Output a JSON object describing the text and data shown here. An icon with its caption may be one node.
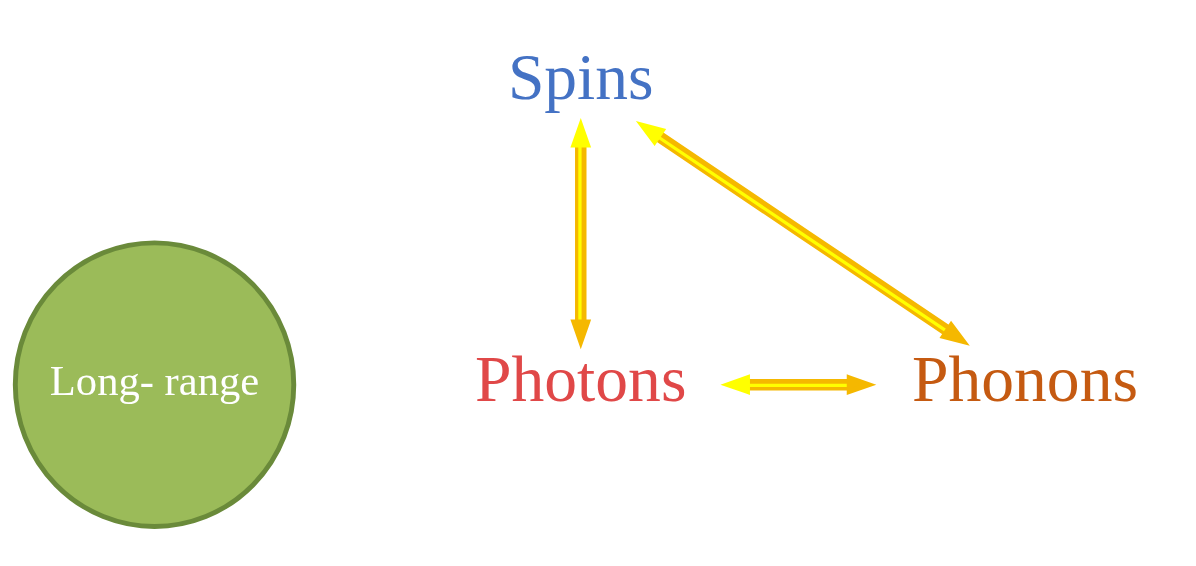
{
  "diagram": {
    "nodes": [
      {
        "text": [
          "Spins"
        ]
      },
      {
        "text": [
          "Long- range"
        ]
      },
      {
        "text": [
          "Photons"
        ]
      },
      {
        "text": [
          "Phonons"
        ]
      }
    ],
    "edges": [
      {
        "from": 0,
        "to": 2,
        "arrow": "both"
      },
      {
        "from": 0,
        "to": 3,
        "arrow": "both"
      },
      {
        "from": 2,
        "to": 3,
        "arrow": "both"
      }
    ]
  }
}
